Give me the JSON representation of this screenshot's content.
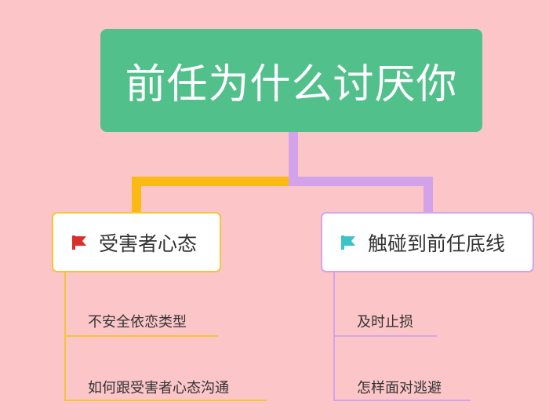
{
  "root": {
    "label": "前任为什么讨厌你",
    "color": "#52c08b"
  },
  "branches": [
    {
      "label": "受害者心态",
      "color": "#fbb914",
      "flag_color": "#d9302c",
      "icon": "flag-icon",
      "children": [
        "不安全依恋类型",
        "如何跟受害者心态沟通"
      ]
    },
    {
      "label": "触碰到前任底线",
      "color": "#d3a3ea",
      "flag_color": "#3cc3c8",
      "icon": "flag-icon",
      "children": [
        "及时止损",
        "怎样面对逃避"
      ]
    }
  ]
}
